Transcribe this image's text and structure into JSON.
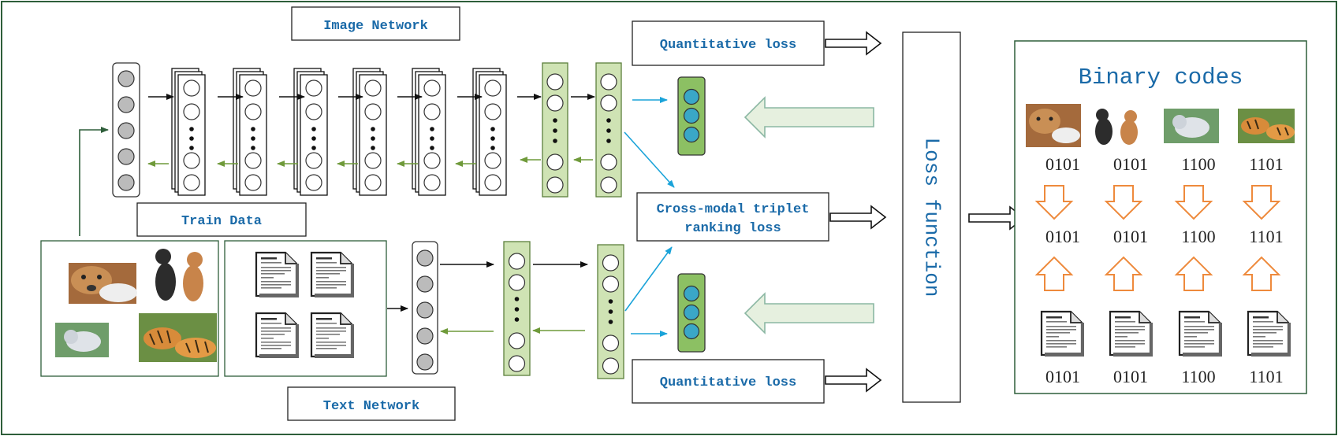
{
  "labels": {
    "image_network": "Image Network",
    "train_data": "Train Data",
    "text_network": "Text Network",
    "quant_loss_top": "Quantitative loss",
    "quant_loss_bottom": "Quantitative loss",
    "triplet_line1": "Cross-modal triplet",
    "triplet_line2": "ranking loss",
    "loss_function": "Loss function",
    "binary_codes": "Binary codes"
  },
  "codes": {
    "image_row": [
      "0101",
      "0101",
      "1100",
      "1101"
    ],
    "middle_row": [
      "0101",
      "0101",
      "1100",
      "1101"
    ],
    "text_row": [
      "0101",
      "0101",
      "1100",
      "1101"
    ]
  },
  "images": [
    "dog-with-cat",
    "two-dogs",
    "cat-on-grass",
    "tigers"
  ],
  "colors": {
    "frame": "#2e5e3a",
    "label_text": "#1a6aa8",
    "green_layer_fill": "#cfe3b4",
    "green_layer_stroke": "#5c7f3c",
    "code_layer_fill": "#8cc063",
    "code_circle_fill": "#3aa7c7",
    "cyan_arrow": "#1aa3d9",
    "back_arrow": "#6f9a3a",
    "orange_arrow": "#ee8a3c",
    "pale_arrow_fill": "#e6f0df",
    "pale_arrow_stroke": "#8bb7a3"
  }
}
